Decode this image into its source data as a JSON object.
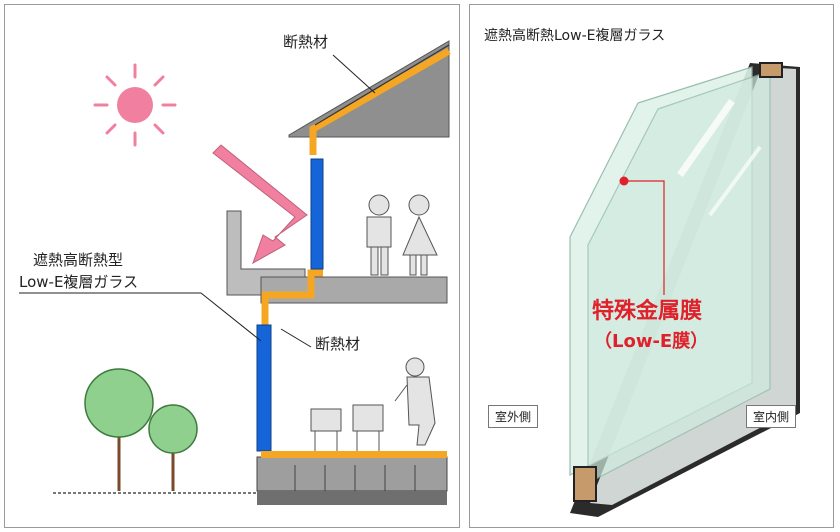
{
  "left": {
    "label_insulation_roof": "断熱材",
    "label_glass_line1": "遮熱高断熱型",
    "label_glass_line2": "Low-E複層ガラス",
    "label_insulation_floor": "断熱材"
  },
  "right": {
    "title": "遮熱高断熱Low-E複層ガラス",
    "membrane_line1": "特殊金属膜",
    "membrane_line2": "（Low-E膜）",
    "outside_label": "室外側",
    "inside_label": "室内側"
  },
  "colors": {
    "sun": "#f07fa0",
    "arrow": "#f07fa0",
    "insulation": "#f5a623",
    "glass_blue": "#1565d8",
    "gray": "#9e9e9e",
    "tree": "#8fd08f",
    "membrane_text": "#e0202a"
  }
}
